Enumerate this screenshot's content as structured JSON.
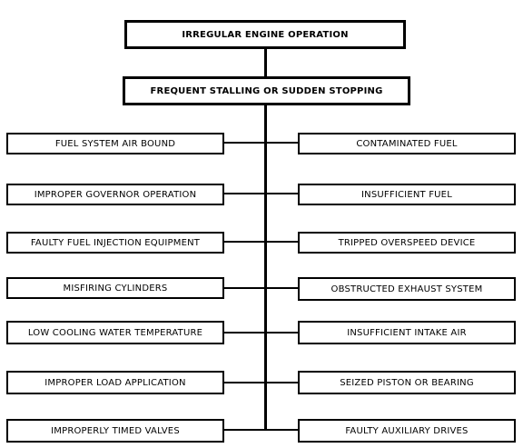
{
  "diagram": {
    "top": "IRREGULAR ENGINE OPERATION",
    "main": "FREQUENT STALLING OR SUDDEN STOPPING",
    "left": [
      "FUEL SYSTEM AIR BOUND",
      "IMPROPER GOVERNOR OPERATION",
      "FAULTY FUEL INJECTION EQUIPMENT",
      "MISFIRING CYLINDERS",
      "LOW COOLING WATER TEMPERATURE",
      "IMPROPER LOAD APPLICATION",
      "IMPROPERLY TIMED VALVES"
    ],
    "right": [
      "CONTAMINATED FUEL",
      "INSUFFICIENT FUEL",
      "TRIPPED OVERSPEED DEVICE",
      "OBSTRUCTED EXHAUST SYSTEM",
      "INSUFFICIENT INTAKE AIR",
      "SEIZED PISTON OR BEARING",
      "FAULTY AUXILIARY DRIVES"
    ]
  }
}
